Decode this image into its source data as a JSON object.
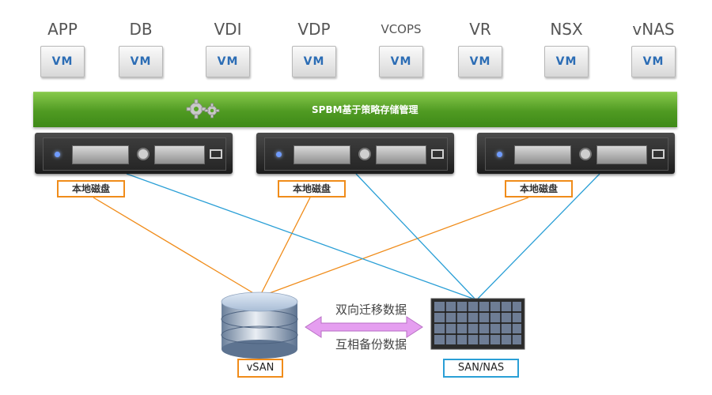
{
  "workloads": [
    {
      "label": "APP",
      "vm": "VM"
    },
    {
      "label": "DB",
      "vm": "VM"
    },
    {
      "label": "VDI",
      "vm": "VM"
    },
    {
      "label": "VDP",
      "vm": "VM"
    },
    {
      "label": "VCOPS",
      "vm": "VM"
    },
    {
      "label": "VR",
      "vm": "VM"
    },
    {
      "label": "NSX",
      "vm": "VM"
    },
    {
      "label": "vNAS",
      "vm": "VM"
    }
  ],
  "policy_bar": {
    "title": "SPBM基于策略存储管理",
    "icon": "gear-icon",
    "color": "#5aa82a"
  },
  "servers": [
    {
      "disk_label": "本地磁盘"
    },
    {
      "disk_label": "本地磁盘"
    },
    {
      "disk_label": "本地磁盘"
    }
  ],
  "storage": {
    "vsan_label": "vSAN",
    "san_label": "SAN/NAS",
    "migration_top": "双向迁移数据",
    "migration_bottom": "互相备份数据"
  },
  "colors": {
    "orange_link": "#f08c1a",
    "blue_link": "#2a9fd6",
    "arrow": "#e59ef0"
  }
}
